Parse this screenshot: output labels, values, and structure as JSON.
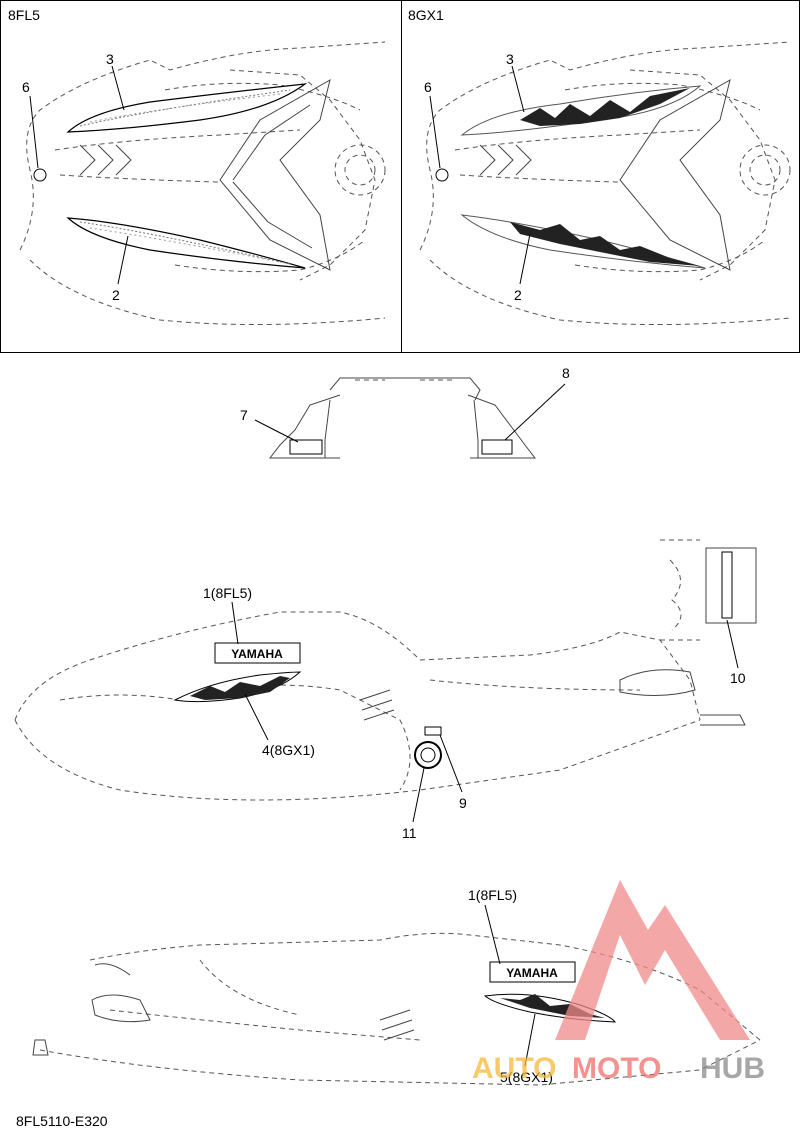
{
  "panels": {
    "left_label": "8FL5",
    "right_label": "8GX1"
  },
  "callouts": {
    "p1_3": "3",
    "p1_6": "6",
    "p1_2": "2",
    "p2_3": "3",
    "p2_6": "6",
    "p2_2": "2",
    "n7": "7",
    "n8": "8",
    "n1a": "1(8FL5)",
    "n4": "4(8GX1)",
    "n9": "9",
    "n10": "10",
    "n11": "11",
    "n1b": "1(8FL5)",
    "n5": "5(8GX1)"
  },
  "decal_text": {
    "upper": "YAMAHA",
    "lower": "YAMAHA"
  },
  "watermark": {
    "part1": "AUTO",
    "part2": "MOTO",
    "part3": "HUB",
    "colors": {
      "auto": "#f6b93b",
      "moto": "#ef6f6c",
      "hub": "#8a8a8a",
      "triangle": "#f08a8a"
    }
  },
  "footer": {
    "code": "8FL5110-E320"
  }
}
